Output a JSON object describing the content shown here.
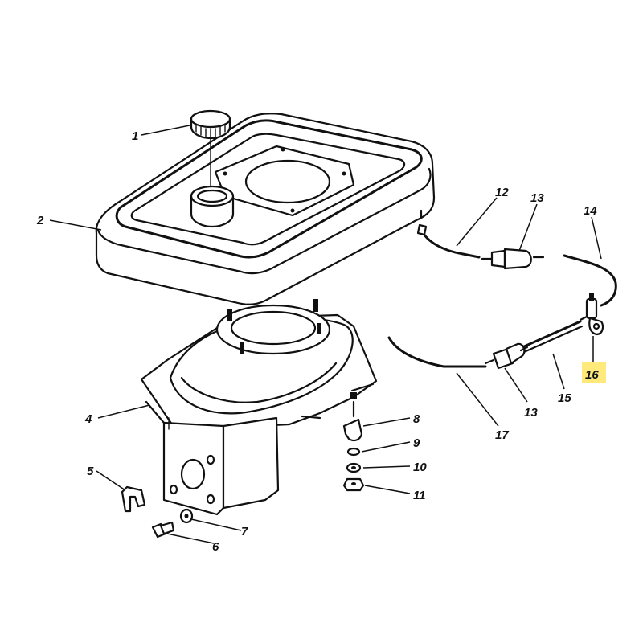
{
  "diagram": {
    "highlight_color": "#ffe97a",
    "line_color": "#111111",
    "callouts": [
      {
        "id": "1",
        "label": "1"
      },
      {
        "id": "2",
        "label": "2"
      },
      {
        "id": "4",
        "label": "4"
      },
      {
        "id": "5",
        "label": "5"
      },
      {
        "id": "6",
        "label": "6"
      },
      {
        "id": "7",
        "label": "7"
      },
      {
        "id": "8",
        "label": "8"
      },
      {
        "id": "9",
        "label": "9"
      },
      {
        "id": "10",
        "label": "10"
      },
      {
        "id": "11",
        "label": "11"
      },
      {
        "id": "12",
        "label": "12"
      },
      {
        "id": "13a",
        "label": "13"
      },
      {
        "id": "13b",
        "label": "13"
      },
      {
        "id": "14",
        "label": "14"
      },
      {
        "id": "15",
        "label": "15"
      },
      {
        "id": "16",
        "label": "16",
        "highlighted": true
      },
      {
        "id": "17",
        "label": "17"
      }
    ]
  }
}
